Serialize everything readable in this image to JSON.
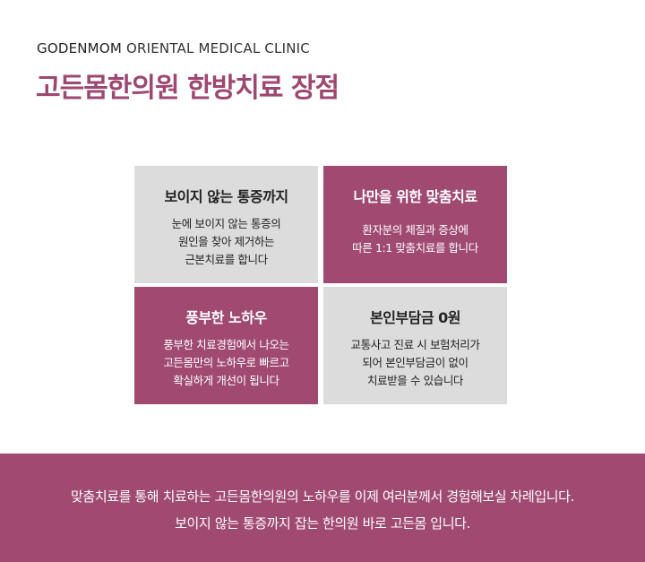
{
  "header": {
    "brand": "GODENMOM",
    "brand_rest": " ORIENTAL MEDICAL CLINIC",
    "title": "고든몸한의원 한방치료 장점"
  },
  "features": [
    {
      "heading": "보이지 않는 통증까지",
      "lines": [
        "눈에 보이지 않는 통증의",
        "원인을 찾아 제거하는",
        "근본치료를 합니다"
      ],
      "color": "#dcdcdc"
    },
    {
      "heading": "나만을 위한 맞춤치료",
      "lines": [
        "환자분의 체질과 증상에",
        "따른 1:1 맞춤치료를 합니다"
      ],
      "color": "#a04a72"
    },
    {
      "heading": "풍부한 노하우",
      "lines": [
        "풍부한 치료경험에서 나오는",
        "고든몸만의 노하우로 빠르고",
        "확실하게 개선이 됩니다"
      ],
      "color": "#a04a72"
    },
    {
      "heading": "본인부담금 0원",
      "lines": [
        "교통사고 진료 시 보험처리가",
        "되어 본인부담금이 없이",
        "치료받을 수 있습니다"
      ],
      "color": "#dcdcdc"
    }
  ],
  "footer": {
    "line1": "맞춤치료를 통해 치료하는 고든몸한의원의 노하우를 이제 여러분께서 경험해보실 차례입니다.",
    "line2": "보이지 않는 통증까지 잡는 한의원 바로 고든몸 입니다."
  },
  "colors": {
    "accent": "#a04a72",
    "title": "#9e4770",
    "gray_cell": "#dcdcdc"
  }
}
